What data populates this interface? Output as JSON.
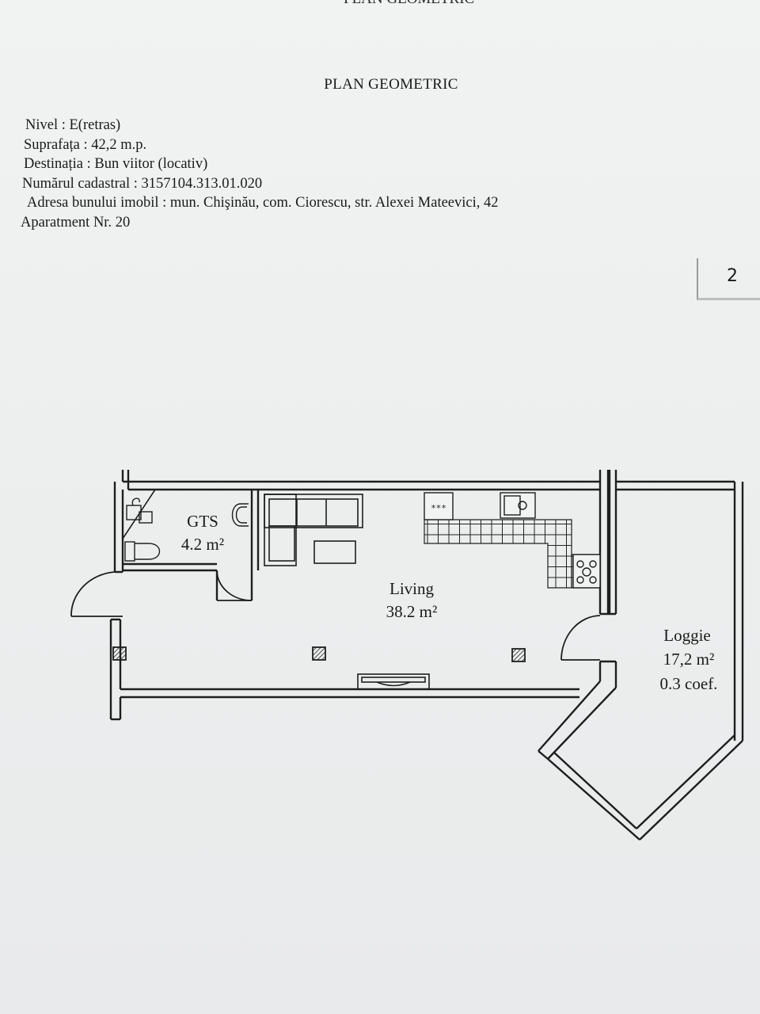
{
  "header": {
    "cut_title": "PLAN GEOMETRIC",
    "title": "PLAN GEOMETRIC"
  },
  "info": {
    "nivel": "Nivel : E(retras)",
    "suprafata": "Suprafața : 42,2 m.p.",
    "destinatia": "Destinația : Bun viitor (locativ)",
    "numarul_cadastral": "Numărul cadastral : 3157104.313.01.020",
    "adresa": "Adresa bunului imobil : mun. Chişinău, com. Ciorescu, str. Alexei Mateevici, 42",
    "apartament": "Aparatment Nr. 20"
  },
  "page_tab": {
    "label": "2"
  },
  "rooms": {
    "gts": {
      "name": "GTS",
      "area": "4.2 m²"
    },
    "living": {
      "name": "Living",
      "area": "38.2 m²"
    },
    "loggie": {
      "name": "Loggie",
      "area": "17,2 m²",
      "coef": "0.3 coef."
    }
  },
  "stove": {
    "label": "***"
  }
}
